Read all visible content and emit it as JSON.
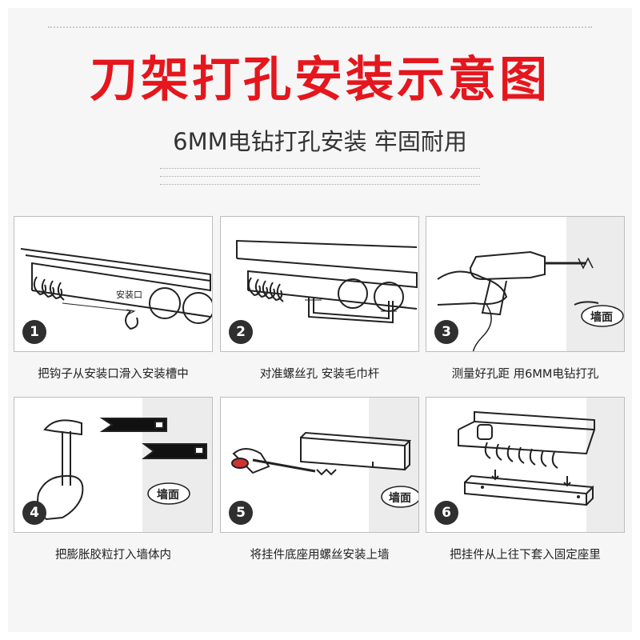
{
  "title": "刀架打孔安装示意图",
  "subtitle": "6MM电钻打孔安装 牢固耐用",
  "steps": [
    {
      "num": "1",
      "caption": "把钩子从安装口滑入安装槽中",
      "label": "安装口"
    },
    {
      "num": "2",
      "caption": "对准螺丝孔 安装毛巾杆"
    },
    {
      "num": "3",
      "caption": "测量好孔距 用6MM电钻打孔",
      "label": "墙面"
    },
    {
      "num": "4",
      "caption": "把膨胀胶粒打入墙体内",
      "label": "墙面"
    },
    {
      "num": "5",
      "caption": "将挂件底座用螺丝安装上墙",
      "label": "墙面"
    },
    {
      "num": "6",
      "caption": "把挂件从上往下套入固定座里"
    }
  ],
  "colors": {
    "title": "#e5161d",
    "badge": "#2f2f2f",
    "line": "#222222"
  }
}
